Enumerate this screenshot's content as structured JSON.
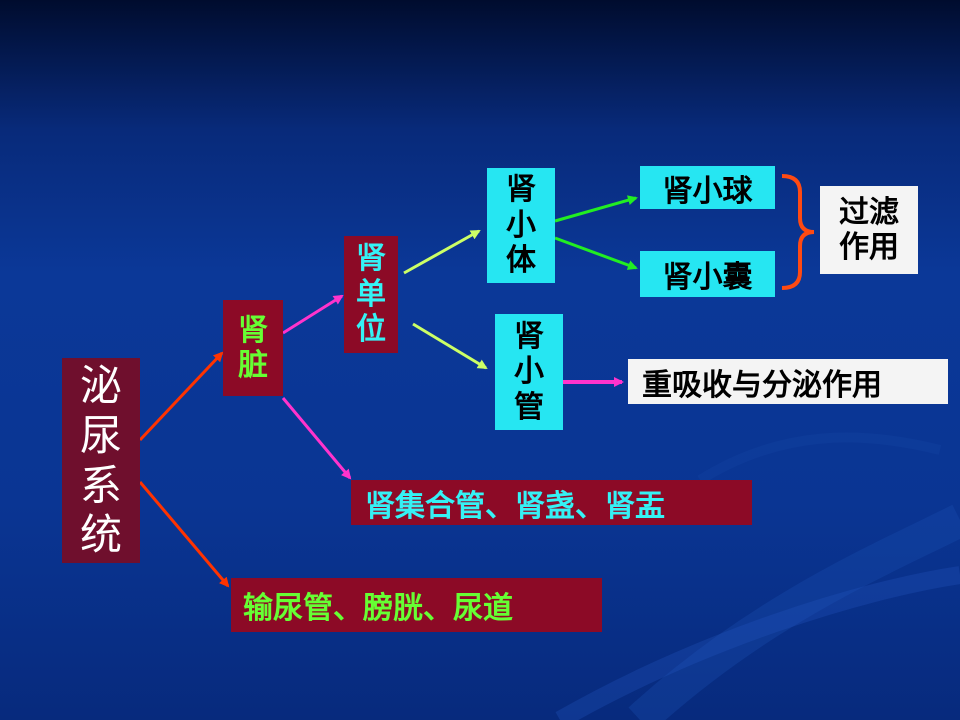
{
  "diagram": {
    "root": "泌\n尿\n系\n统",
    "kidney": "肾\n脏",
    "nephron": "肾\n单\n位",
    "renal_corpuscle": "肾\n小\n体",
    "renal_tubule": "肾\n小\n管",
    "glomerulus": "肾小球",
    "renal_capsule": "肾小囊",
    "filtration": "过滤\n作用",
    "reabsorption": "重吸收与分泌作用",
    "collecting": "肾集合管、肾盏、肾盂",
    "ureter": "输尿管、膀胱、尿道"
  },
  "colors": {
    "background_top": "#000c2e",
    "background_main": "#0a3593",
    "box_maroon": "#8c0a26",
    "box_cyan": "#26e6f2",
    "text_green": "#66ff33",
    "text_cyan": "#35f2f5",
    "arrow_red": "#ff3300",
    "arrow_magenta": "#ff33cc",
    "arrow_yellowgreen": "#ccff66",
    "arrow_green": "#22ee22",
    "brace_orange": "#ff4a12"
  }
}
